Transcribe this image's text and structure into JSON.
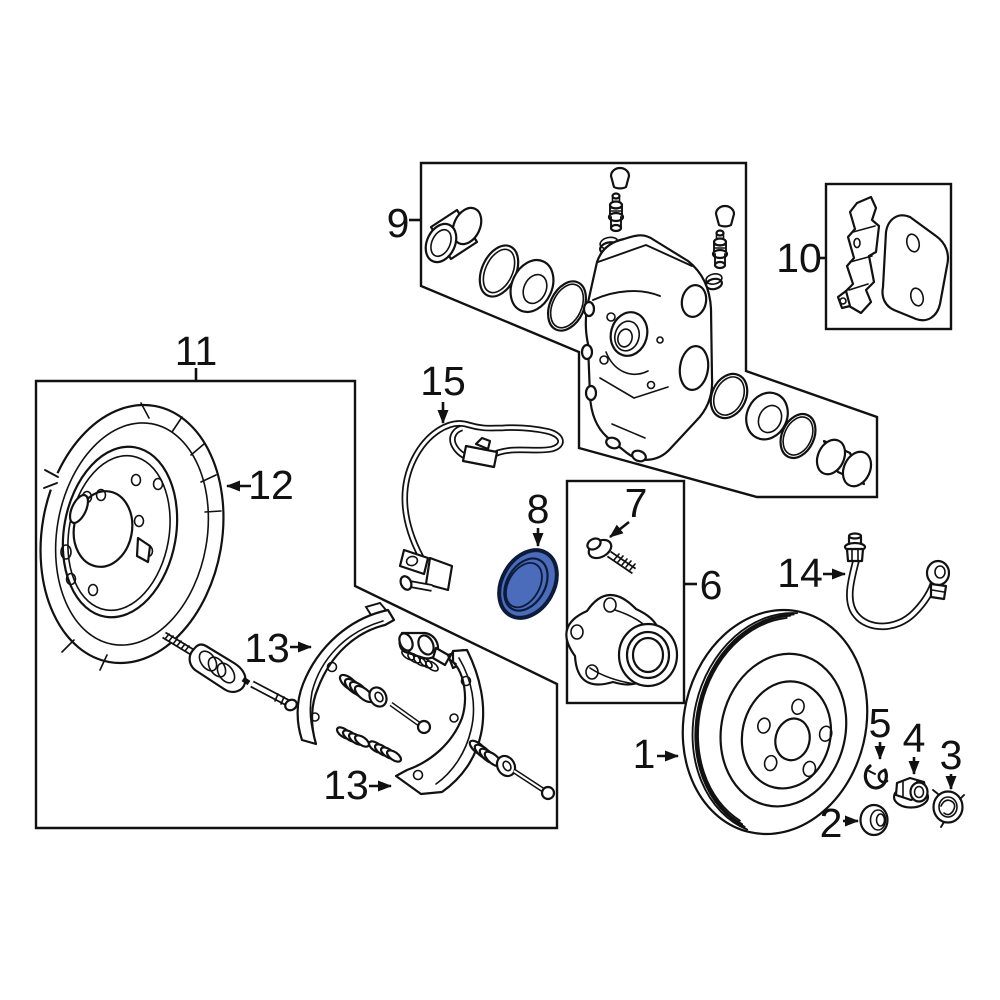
{
  "page": {
    "background": "#ffffff",
    "line_color": "#111111",
    "highlight_fill": "#4a6cba",
    "highlight_stroke": "#0d1b3a"
  },
  "callouts": {
    "c1": {
      "text": "1"
    },
    "c2": {
      "text": "2"
    },
    "c3": {
      "text": "3"
    },
    "c4": {
      "text": "4"
    },
    "c5": {
      "text": "5"
    },
    "c6": {
      "text": "6"
    },
    "c7": {
      "text": "7"
    },
    "c8": {
      "text": "8"
    },
    "c9": {
      "text": "9"
    },
    "c10": {
      "text": "10"
    },
    "c11": {
      "text": "11"
    },
    "c12": {
      "text": "12"
    },
    "c13a": {
      "text": "13"
    },
    "c13b": {
      "text": "13"
    },
    "c14": {
      "text": "14"
    },
    "c15": {
      "text": "15"
    }
  }
}
